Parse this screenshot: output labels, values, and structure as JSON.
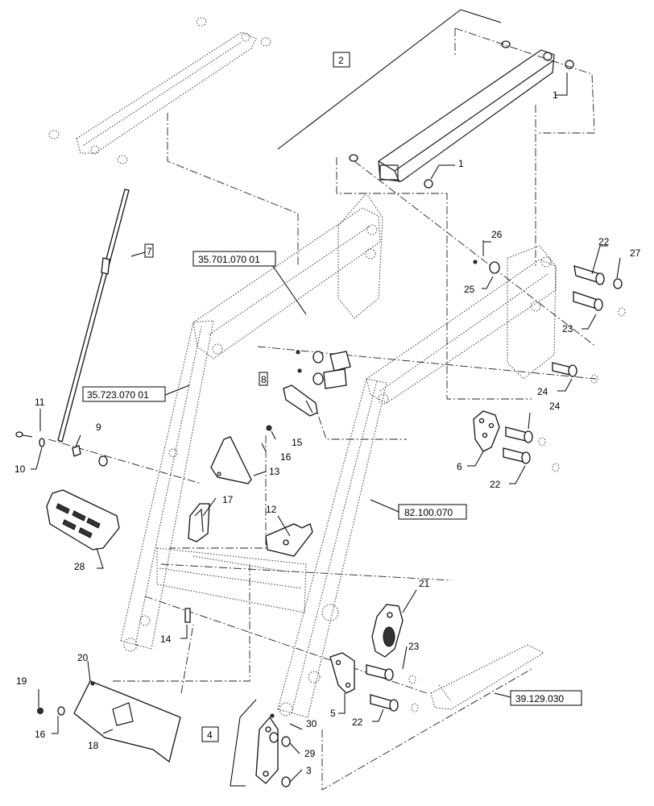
{
  "callouts": [
    {
      "id": "c1a",
      "text": "1"
    },
    {
      "id": "c1b",
      "text": "1"
    },
    {
      "id": "c2",
      "text": "2"
    },
    {
      "id": "c3",
      "text": "3"
    },
    {
      "id": "c4",
      "text": "4"
    },
    {
      "id": "c5",
      "text": "5"
    },
    {
      "id": "c6",
      "text": "6"
    },
    {
      "id": "c7",
      "text": "7"
    },
    {
      "id": "c8",
      "text": "8"
    },
    {
      "id": "c9",
      "text": "9"
    },
    {
      "id": "c10",
      "text": "10"
    },
    {
      "id": "c11",
      "text": "11"
    },
    {
      "id": "c12",
      "text": "12"
    },
    {
      "id": "c13",
      "text": "13"
    },
    {
      "id": "c14",
      "text": "14"
    },
    {
      "id": "c15",
      "text": "15"
    },
    {
      "id": "c16a",
      "text": "16"
    },
    {
      "id": "c16b",
      "text": "16"
    },
    {
      "id": "c17",
      "text": "17"
    },
    {
      "id": "c18",
      "text": "18"
    },
    {
      "id": "c19",
      "text": "19"
    },
    {
      "id": "c20",
      "text": "20"
    },
    {
      "id": "c21",
      "text": "21"
    },
    {
      "id": "c22a",
      "text": "22"
    },
    {
      "id": "c22b",
      "text": "22"
    },
    {
      "id": "c22c",
      "text": "22"
    },
    {
      "id": "c23a",
      "text": "23"
    },
    {
      "id": "c23b",
      "text": "23"
    },
    {
      "id": "c24a",
      "text": "24"
    },
    {
      "id": "c24b",
      "text": "24"
    },
    {
      "id": "c25",
      "text": "25"
    },
    {
      "id": "c26",
      "text": "26"
    },
    {
      "id": "c27",
      "text": "27"
    },
    {
      "id": "c28",
      "text": "28"
    },
    {
      "id": "c29",
      "text": "29"
    },
    {
      "id": "c30",
      "text": "30"
    }
  ],
  "references": [
    {
      "id": "r1",
      "text": "35.701.070 01"
    },
    {
      "id": "r2",
      "text": "35.723.070 01"
    },
    {
      "id": "r3",
      "text": "82.100.070"
    },
    {
      "id": "r4",
      "text": "39.129.030"
    }
  ]
}
